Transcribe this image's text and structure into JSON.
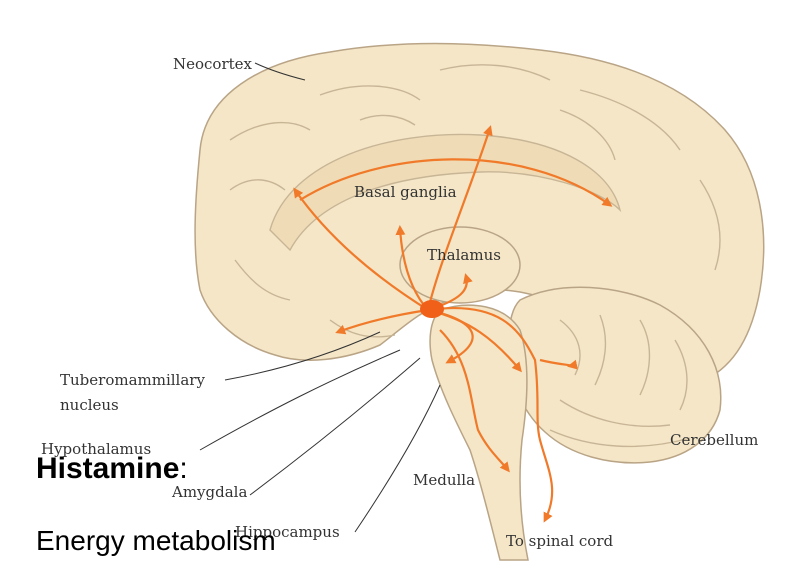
{
  "diagram": {
    "colors": {
      "brain_fill": "#f4e6c7",
      "brain_outline": "#b9a486",
      "fold_line": "#c8b596",
      "pathway": "#f07a2a",
      "nucleus": "#f06018",
      "label": "#333333"
    },
    "labels": {
      "neocortex": "Neocortex",
      "basal_ganglia": "Basal ganglia",
      "thalamus": "Thalamus",
      "tuberomammillary_line1": "Tuberomammillary",
      "tuberomammillary_line2": "nucleus",
      "hypothalamus": "Hypothalamus",
      "amygdala": "Amygdala",
      "hippocampus": "Hippocampus",
      "medulla": "Medulla",
      "cerebellum": "Cerebellum",
      "to_spinal_cord": "To spinal cord"
    }
  },
  "caption": {
    "title": "Histamine",
    "title_suffix": ":",
    "subtitle": "Energy metabolism"
  }
}
